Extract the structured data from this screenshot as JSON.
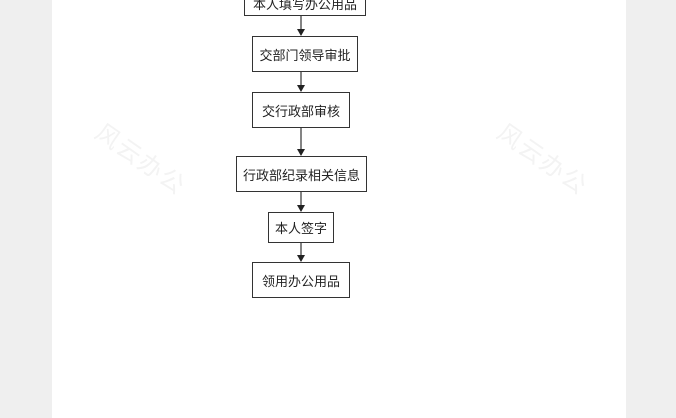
{
  "watermark": "风云办公",
  "flowchart": {
    "steps": [
      "本人填写办公用品",
      "交部门领导审批",
      "交行政部审核",
      "行政部纪录相关信息",
      "本人签字",
      "领用办公用品"
    ]
  }
}
